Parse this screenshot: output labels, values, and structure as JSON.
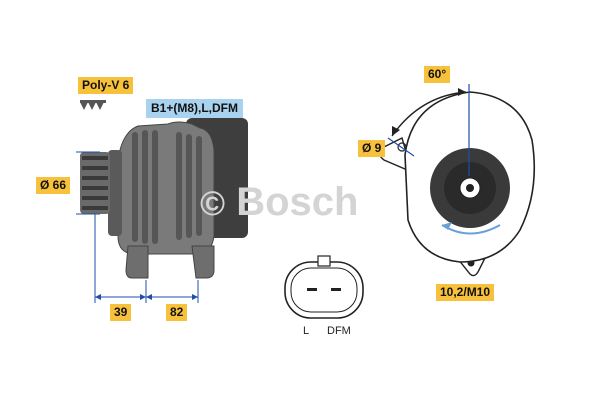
{
  "labels": {
    "belt": "Poly-V 6",
    "terminals": "B1+(M8),L,DFM",
    "pulley_diameter": "Ø 66",
    "dim_pulley_to_flange": "39",
    "dim_flange_to_mount": "82",
    "angle": "60°",
    "hole_diameter": "Ø 9",
    "mount_spec": "10,2/M10",
    "pin_l": "L",
    "pin_dfm": "DFM"
  },
  "watermark": {
    "brand": "Bosch",
    "symbol": "©"
  },
  "colors": {
    "label_yellow": "#f7c13c",
    "label_blue": "#a9d2ee",
    "dimension_blue": "#1f4fa8",
    "body_gray": "#7a7a7a",
    "dark_gray": "#3c3c3c"
  }
}
